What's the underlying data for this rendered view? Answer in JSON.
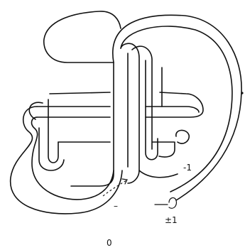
{
  "diagram": {
    "labels": {
      "minus_one": "-1",
      "plus_minus_one": "±1",
      "zero": "0",
      "dash_mark": "–"
    },
    "colors": {
      "ink": "#111111",
      "paper": "#ffffff"
    }
  }
}
